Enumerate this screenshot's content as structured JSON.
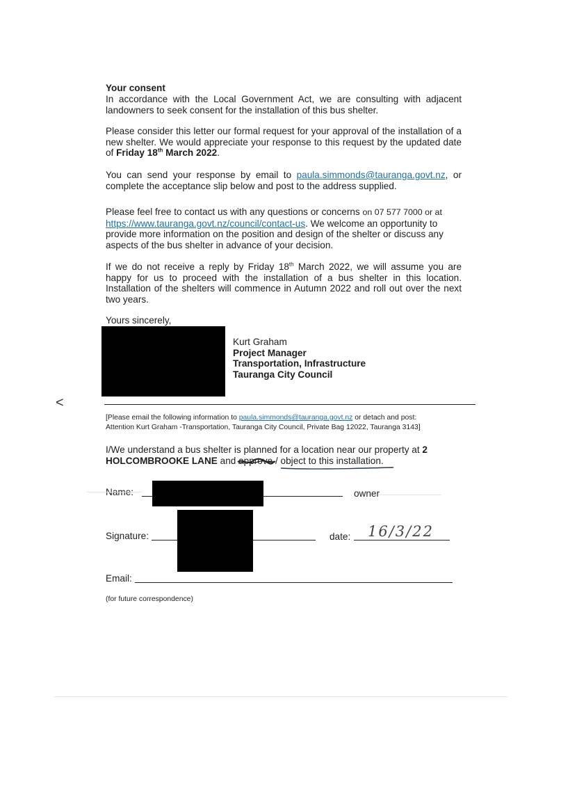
{
  "consent": {
    "heading": "Your consent",
    "para1": "In accordance with the Local Government Act, we are consulting with adjacent landowners to seek consent for the installation of this bus shelter.",
    "para2_pre": "Please consider this letter our formal request for your approval of the installation of a new shelter. We would appreciate your response to this request by the updated date of ",
    "para2_date_day": "Friday 18",
    "para2_date_sup": "th",
    "para2_date_rest": " March 2022",
    "para2_end": ".",
    "para3_pre": "You can send your response by email to ",
    "email": "paula.simmonds@tauranga.govt.nz",
    "para3_post": ", or complete the acceptance slip below and post to the address supplied.",
    "para4_pre": "Please feel free to contact us with any questions or concerns ",
    "para4_phone": "on 07 577 7000 or at",
    "contact_url": "https://www.tauranga.govt.nz/council/contact-us",
    "para4_post": ". We welcome an opportunity to provide more information on the position and design of the shelter or discuss any aspects of the bus shelter in advance of your decision.",
    "para5_pre": "If we do not receive a reply by Friday 18",
    "para5_sup": "th",
    "para5_post": " March 2022, we will assume you are happy for us to proceed with the installation of a bus shelter in this location. Installation of the shelters will commence in Autumn 2022 and roll out over the next two years."
  },
  "signoff": {
    "closing": "Yours sincerely,",
    "name": "Kurt Graham",
    "title": "Project Manager",
    "department": "Transportation, Infrastructure",
    "org": "Tauranga City Council"
  },
  "margin_mark": "<",
  "slip": {
    "instr_pre": "[Please email the following information to ",
    "instr_email": "paula.simmonds@tauranga.govt.nz",
    "instr_mid": " or detach and post:",
    "instr_line2": "Attention Kurt Graham -Transportation, Tauranga City Council, Private Bag 12022, Tauranga 3143]",
    "statement_pre": "I/We understand a bus shelter is planned for a location near our property at ",
    "statement_num": "2",
    "statement_street": "HOLCOMBROOKE LANE",
    "statement_and": " and ",
    "statement_approve": "approve",
    "statement_post": " / object to this installation.",
    "name_label": "Name:",
    "owner_label": "owner",
    "signature_label": "Signature:",
    "date_label": "date:",
    "date_value": "16/3/22",
    "email_label": "Email:",
    "footnote": "(for future correspondence)"
  }
}
